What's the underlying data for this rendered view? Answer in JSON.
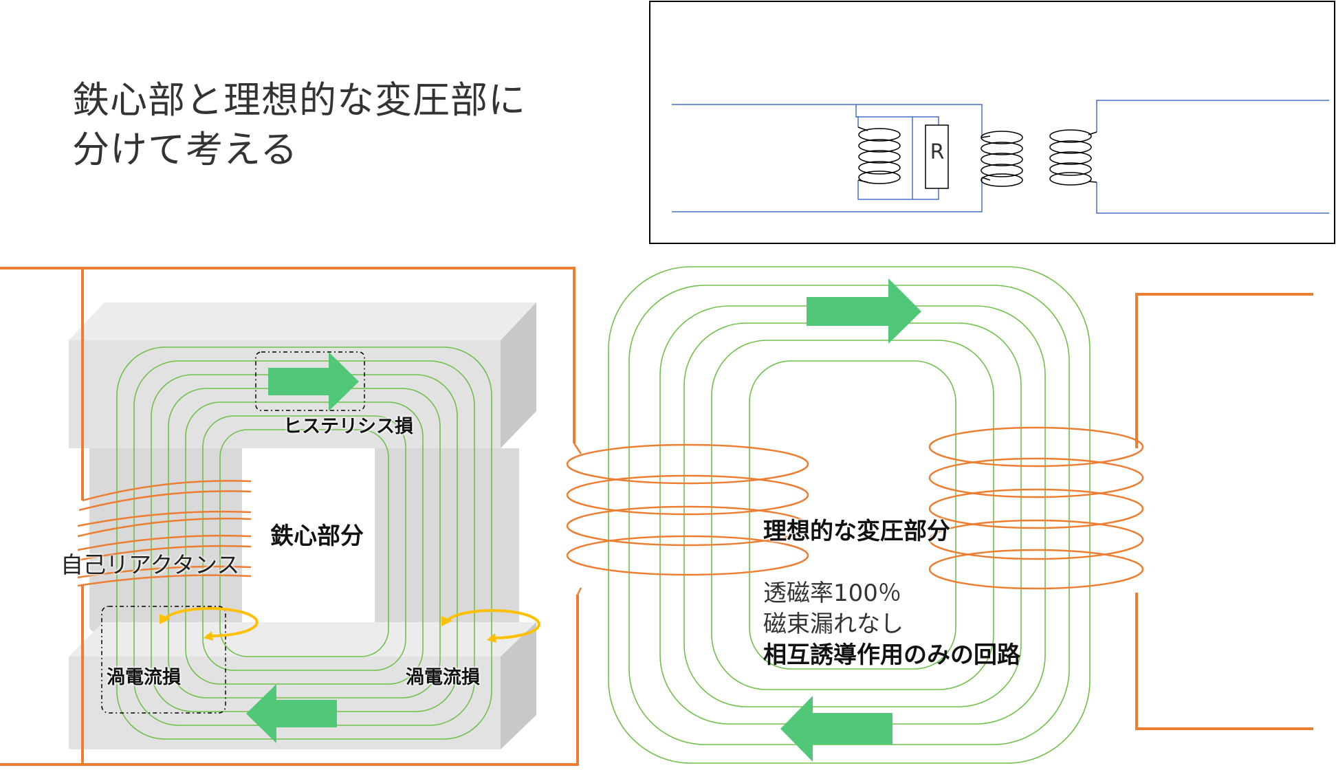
{
  "title": {
    "line1": "鉄心部と理想的な変圧部に",
    "line2": "分けて考える"
  },
  "circuit": {
    "resistor_label": "R"
  },
  "core": {
    "label": "鉄心部分",
    "hysteresis_label": "ヒステリシス損",
    "self_reactance_label": "自己リアクタンス",
    "eddy_left_label": "渦電流損",
    "eddy_right_label": "渦電流損"
  },
  "ideal": {
    "label": "理想的な変圧部分",
    "note1": "透磁率100％",
    "note2": "磁束漏れなし",
    "note3": "相互誘導作用のみの回路"
  },
  "colors": {
    "wire_orange": "#ED7D31",
    "flux_green": "#70C04A",
    "arrow_green": "#50C878",
    "eddy_yellow": "#FFC000",
    "circuit_blue": "#4472C4",
    "core_grey": "#E2E2E2"
  }
}
